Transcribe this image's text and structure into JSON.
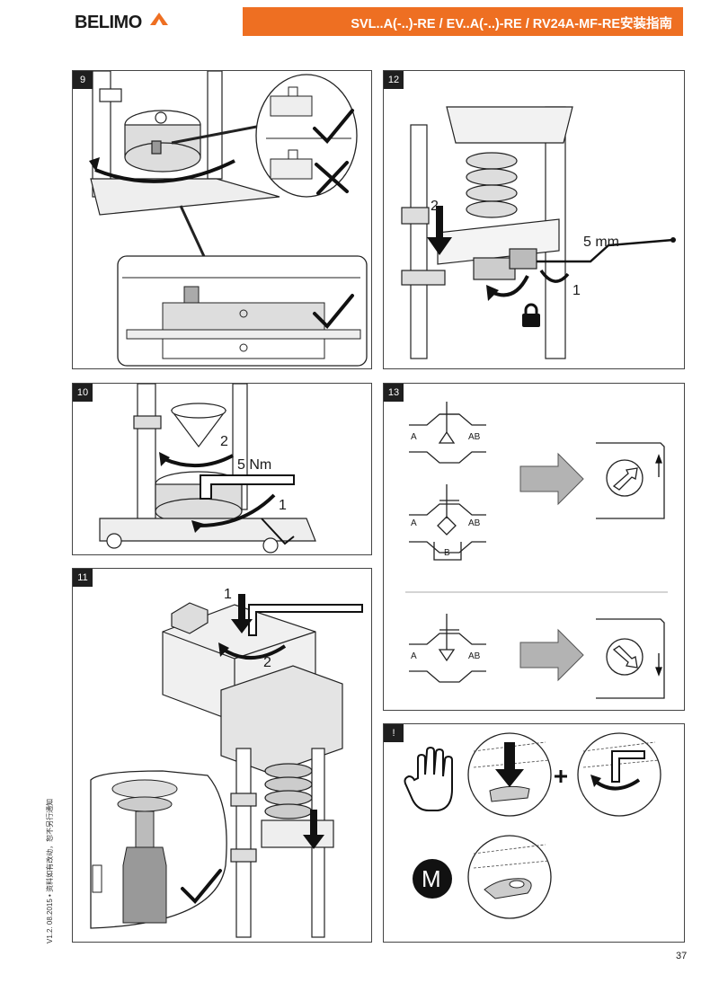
{
  "header": {
    "brand": "BELIMO",
    "title": "SVL..A(-..)-RE / EV..A(-..)-RE / RV24A-MF-RE安装指南"
  },
  "steps": [
    {
      "number": "9"
    },
    {
      "number": "12",
      "labels": {
        "callout_2": "2",
        "wrench": "5 mm",
        "callout_1": "1"
      }
    },
    {
      "number": "10",
      "labels": {
        "callout_2": "2",
        "torque": "5 Nm",
        "callout_1": "1"
      }
    },
    {
      "number": "13",
      "labels": {
        "port_a_1": "A",
        "port_ab_1": "AB",
        "port_a_2": "A",
        "port_ab_2": "AB",
        "port_b_2": "B",
        "port_a_3": "A",
        "port_ab_3": "AB"
      }
    },
    {
      "number": "11",
      "labels": {
        "callout_1": "1",
        "callout_2": "2"
      }
    },
    {
      "number": "!",
      "labels": {
        "manual": "M"
      }
    }
  ],
  "footer": {
    "side_note": "V1.2. 08.2015 • 资料如有改动，恕不另行通知",
    "page_number": "37"
  },
  "colors": {
    "accent": "#ee6f22",
    "arrow_fill": "#b3b3b3"
  },
  "icons": [
    "check-icon",
    "cross-icon",
    "padlock-icon",
    "hand-stop-icon",
    "manual-icon",
    "plus-icon",
    "rotate-arrow-icon",
    "down-arrow-icon",
    "right-arrow-icon"
  ]
}
